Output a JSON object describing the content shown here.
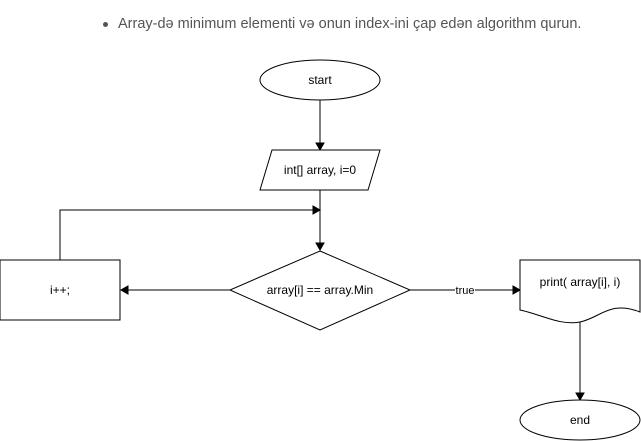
{
  "task": {
    "text": "Array-də minimum elementi və onun index-ini çap edən algorithm qurun."
  },
  "flowchart": {
    "nodes": {
      "start": "start",
      "input": "int[] array, i=0",
      "decision": "array[i] == array.Min",
      "increment": "i++;",
      "print": "print( array[i], i)",
      "end": "end"
    },
    "edges": {
      "true_label": "true"
    }
  }
}
